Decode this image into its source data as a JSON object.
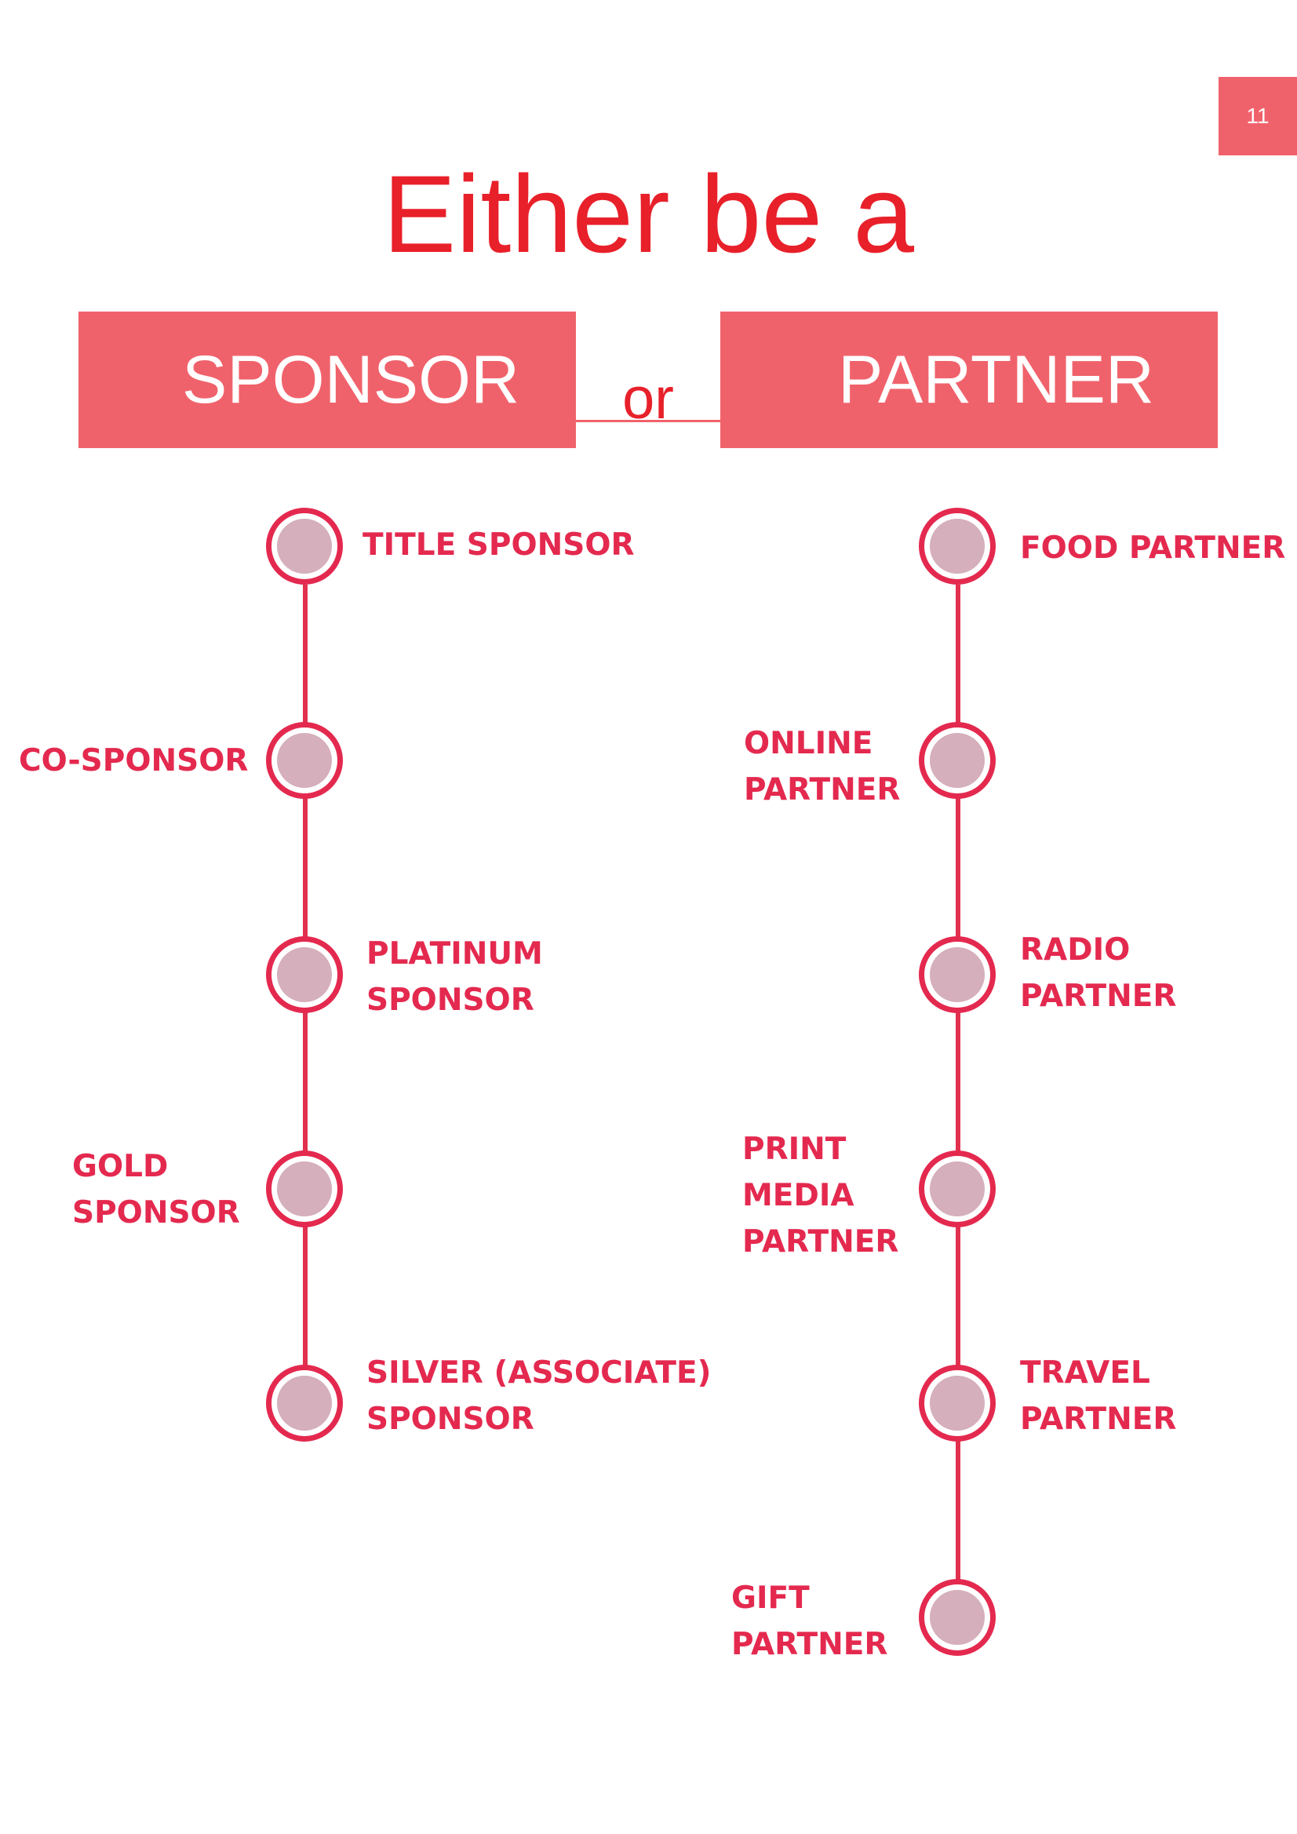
{
  "page_number": "11",
  "heading": "Either be a",
  "sponsor_label": "SPONSOR",
  "or_label": "or",
  "partner_label": "PARTNER",
  "sponsor_items": [
    "TITLE SPONSOR",
    "CO-SPONSOR",
    "PLATINUM\nSPONSOR",
    "GOLD\nSPONSOR",
    "SILVER (ASSOCIATE)\nSPONSOR"
  ],
  "partner_items": [
    "FOOD PARTNER",
    "ONLINE\nPARTNER",
    "RADIO\nPARTNER",
    "PRINT\nMEDIA\nPARTNER",
    "TRAVEL\nPARTNER",
    "GIFT\nPARTNER"
  ],
  "colors": {
    "accent_red": "#e8202a",
    "box_fill": "#f0626b",
    "timeline_red": "#e4294f",
    "node_fill": "#d5afbb"
  }
}
